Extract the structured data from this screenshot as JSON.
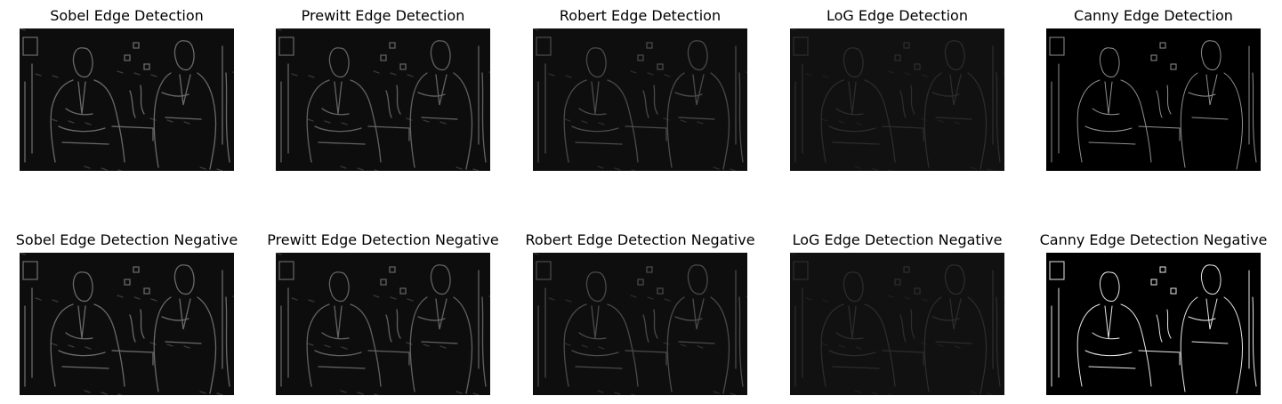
{
  "figure": {
    "panels": [
      {
        "title": "Sobel Edge Detection",
        "style": "gradient",
        "stroke": "#6a6a6a",
        "bg": "#0d0d0d"
      },
      {
        "title": "Prewitt Edge Detection",
        "style": "gradient",
        "stroke": "#626262",
        "bg": "#0d0d0d"
      },
      {
        "title": "Robert Edge Detection",
        "style": "gradient",
        "stroke": "#4a4a4a",
        "bg": "#0e0e0e"
      },
      {
        "title": "LoG Edge Detection",
        "style": "gradient",
        "stroke": "#2c2c2c",
        "bg": "#111111"
      },
      {
        "title": "Canny Edge Detection",
        "style": "binary",
        "stroke": "#8f8f8f",
        "bg": "#000000"
      },
      {
        "title": "Sobel Edge Detection Negative",
        "style": "gradient",
        "stroke": "#6a6a6a",
        "bg": "#0d0d0d"
      },
      {
        "title": "Prewitt Edge Detection Negative",
        "style": "gradient",
        "stroke": "#626262",
        "bg": "#0d0d0d"
      },
      {
        "title": "Robert Edge Detection Negative",
        "style": "gradient",
        "stroke": "#4a4a4a",
        "bg": "#0e0e0e"
      },
      {
        "title": "LoG Edge Detection Negative",
        "style": "gradient",
        "stroke": "#2c2c2c",
        "bg": "#111111"
      },
      {
        "title": "Canny Edge Detection Negative",
        "style": "binary",
        "stroke": "#e8e8e8",
        "bg": "#000000"
      }
    ]
  }
}
